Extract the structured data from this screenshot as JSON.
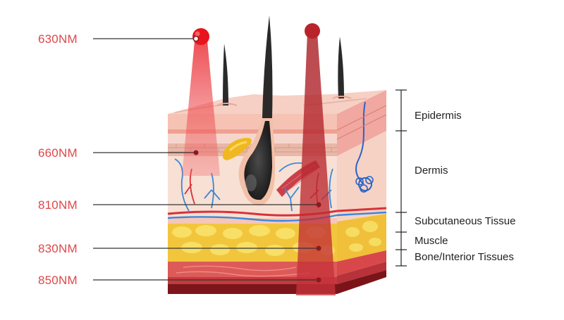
{
  "wavelengths": [
    {
      "label": "630NM"
    },
    {
      "label": "660NM"
    },
    {
      "label": "810NM"
    },
    {
      "label": "830NM"
    },
    {
      "label": "850NM"
    }
  ],
  "layers": [
    {
      "label": "Epidermis"
    },
    {
      "label": "Dermis"
    },
    {
      "label": "Subcutaneous Tissue"
    },
    {
      "label": "Muscle"
    },
    {
      "label": "Bone/Interior Tissues"
    }
  ],
  "colors": {
    "label_red": "#e0464a",
    "beam_light": "#f0787a",
    "beam_dark": "#c0282e",
    "source_bright": "#e8141c",
    "source_dark": "#b8242a",
    "hair": "#2e2e2e",
    "fat": "#f5d34a",
    "bone": "#8a1a1e"
  }
}
